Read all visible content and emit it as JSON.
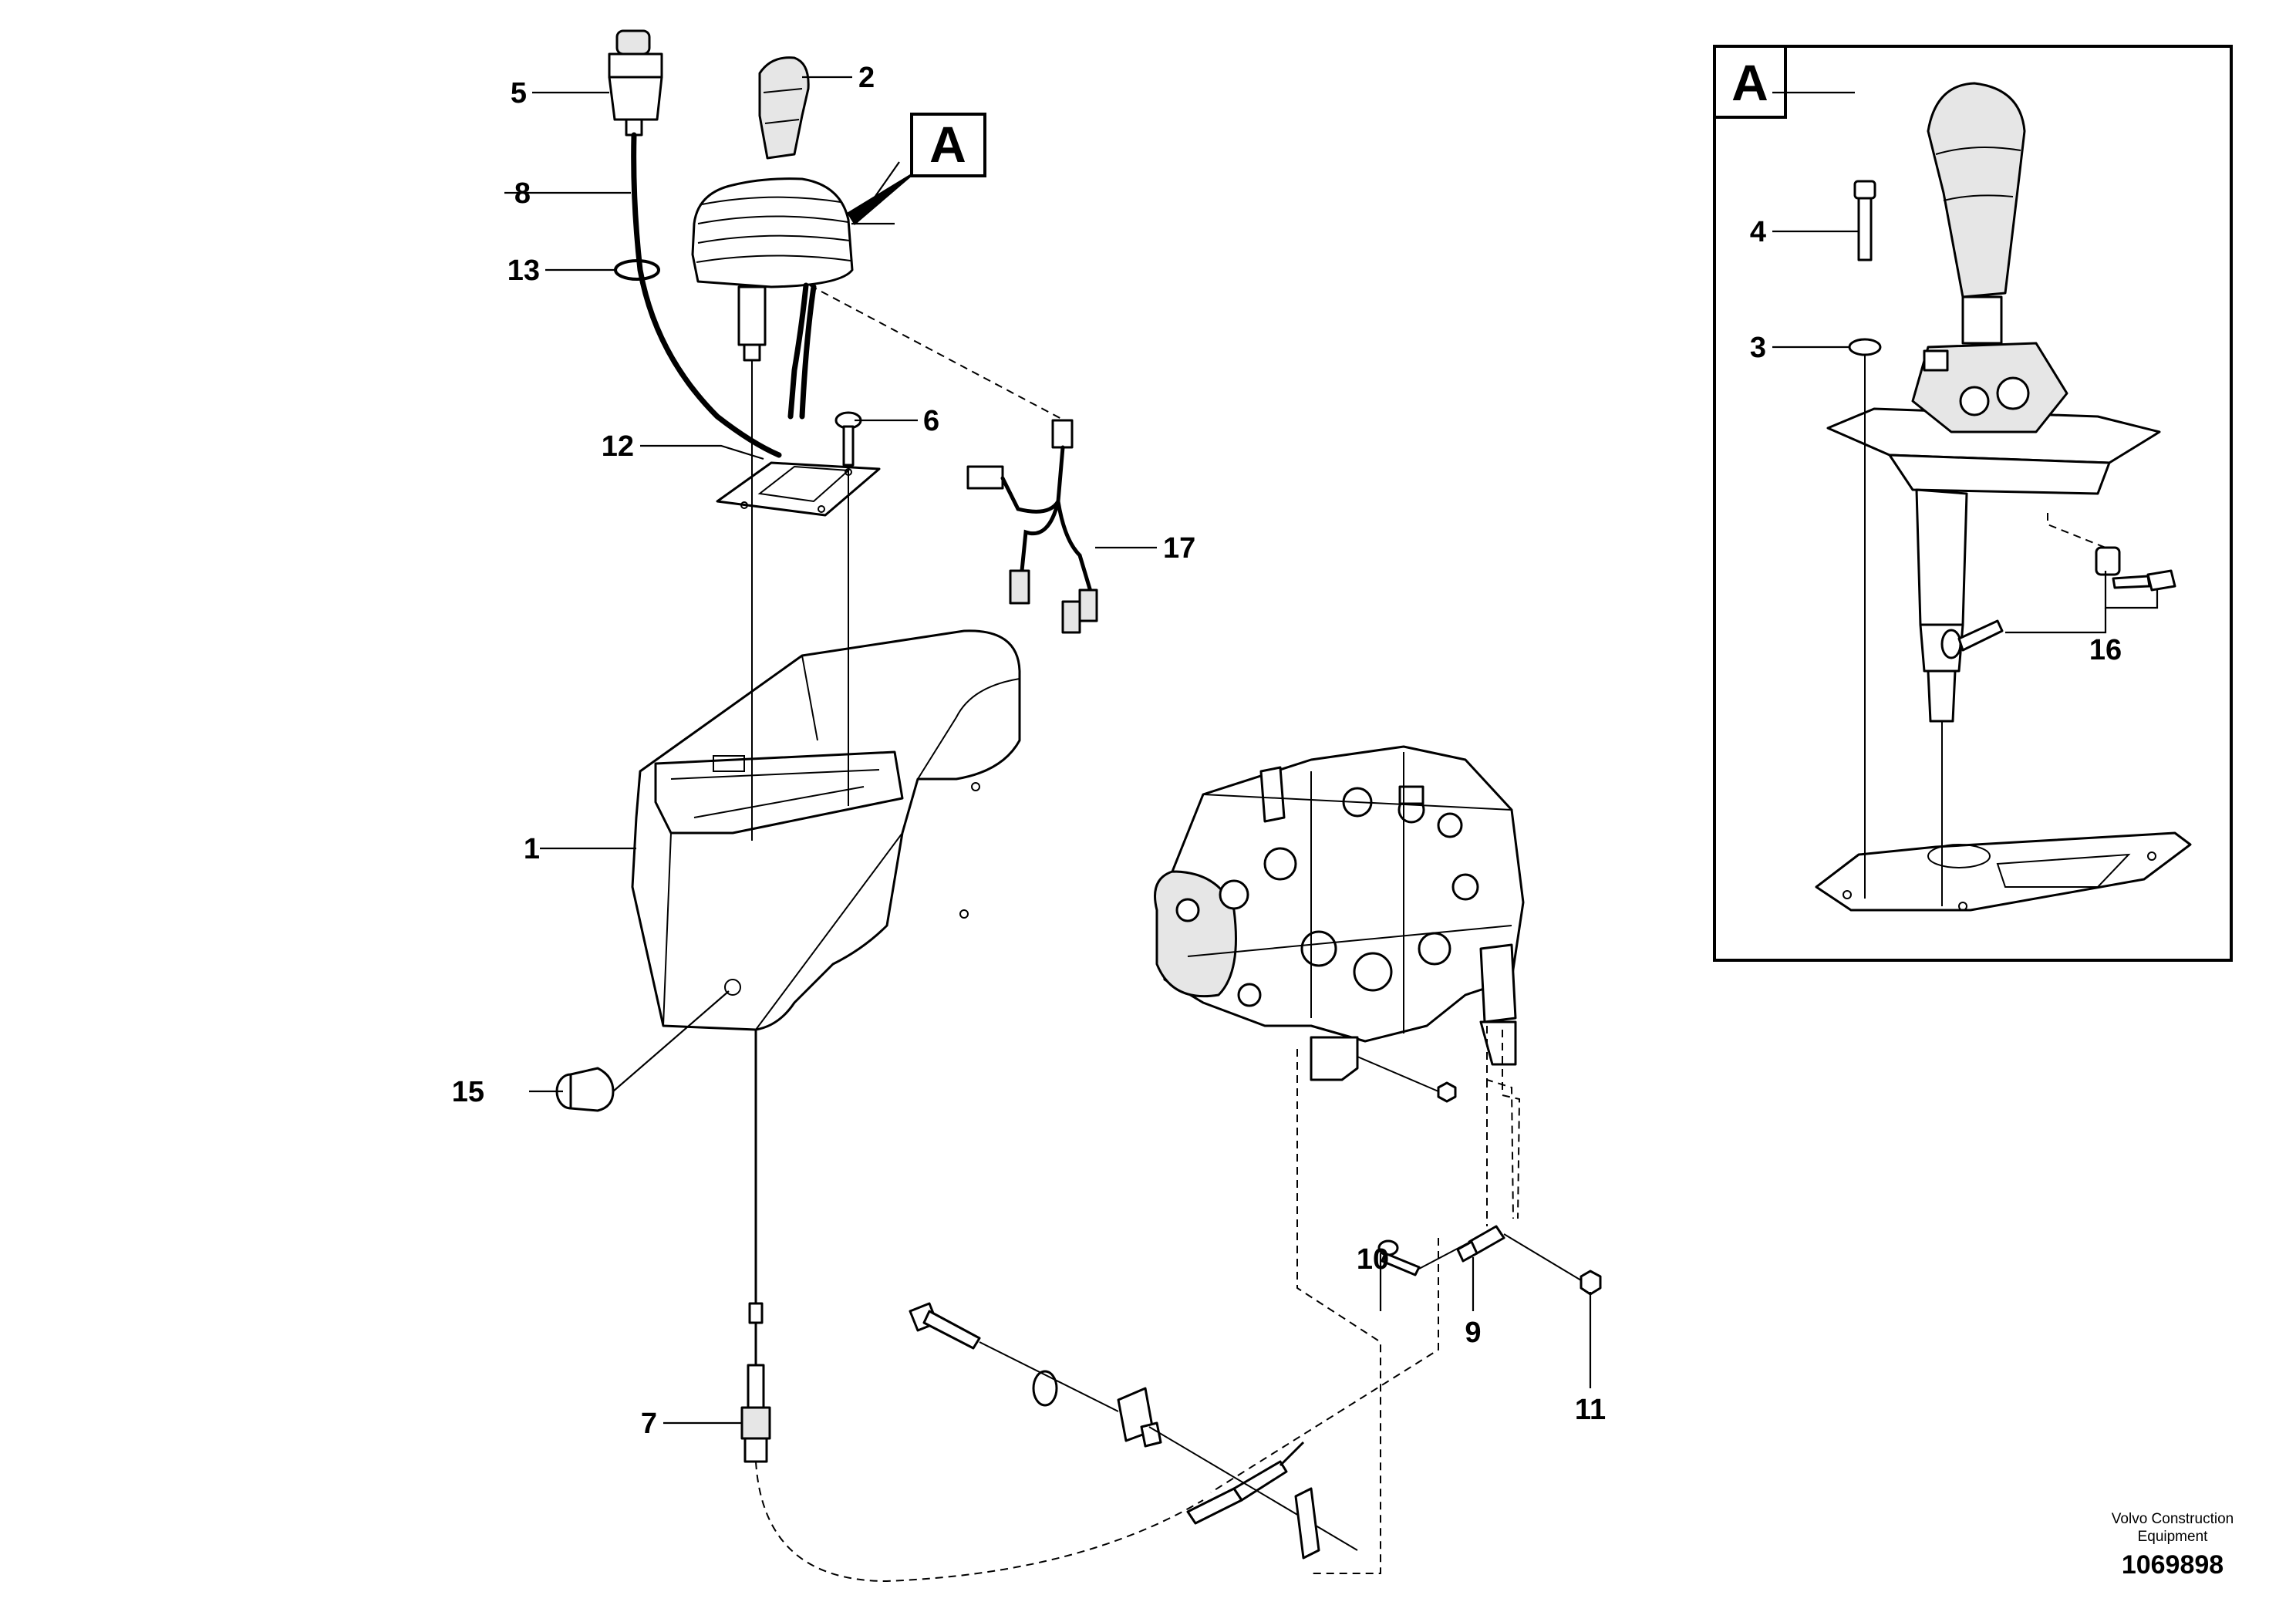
{
  "callouts": {
    "c1": "1",
    "c2": "2",
    "c3": "3",
    "c4": "4",
    "c5": "5",
    "c6": "6",
    "c7": "7",
    "c8": "8",
    "c9": "9",
    "c10": "10",
    "c11": "11",
    "c12": "12",
    "c13": "13",
    "c15": "15",
    "c16": "16",
    "c17": "17"
  },
  "detail": {
    "tag_main": "A",
    "tag_inset": "A"
  },
  "footer": {
    "credit_line1": "Volvo Construction",
    "credit_line2": "Equipment",
    "doc_number": "1069898"
  }
}
